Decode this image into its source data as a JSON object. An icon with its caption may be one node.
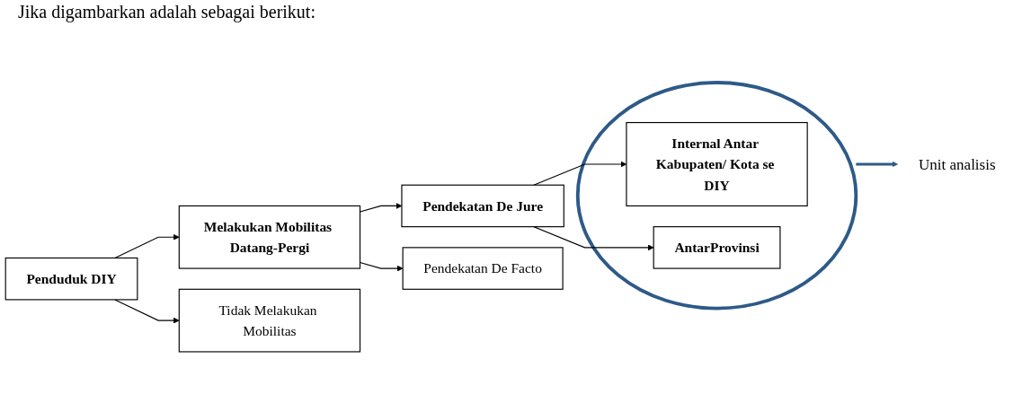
{
  "diagram": {
    "nodes": [
      {
        "text": [
          "Penduduk DIY"
        ]
      },
      {
        "text": [
          "Melakukan Mobilitas Datang-Pergi"
        ]
      },
      {
        "text": [
          "Tidak Melakukan Mobilitas"
        ]
      },
      {
        "text": [
          "Pendekatan De Jure"
        ]
      },
      {
        "text": [
          "Pendekatan De Facto"
        ]
      },
      {
        "text": [],
        "shape": "circle"
      },
      {
        "text": [
          "Internal Antar Kabupaten/ Kota se DIY"
        ],
        "in": 5
      },
      {
        "text": [
          "AntarProvinsi"
        ],
        "in": 5
      },
      {
        "text": [
          "Unit analisis"
        ]
      }
    ],
    "edges": [
      {
        "from": 0,
        "to": 1,
        "arrow": "to"
      },
      {
        "from": 0,
        "to": 2,
        "arrow": "to"
      },
      {
        "from": 1,
        "to": 3,
        "arrow": "to"
      },
      {
        "from": 1,
        "to": 4,
        "arrow": "to"
      },
      {
        "from": 3,
        "to": 6,
        "arrow": "to"
      },
      {
        "from": 3,
        "to": 7,
        "arrow": "to"
      },
      {
        "from": 5,
        "to": 8,
        "arrow": "to",
        "style": "thick",
        "color": "#2e5a87"
      }
    ],
    "labels": [
      "Jika digambarkan adalah sebagai berikut:"
    ]
  }
}
